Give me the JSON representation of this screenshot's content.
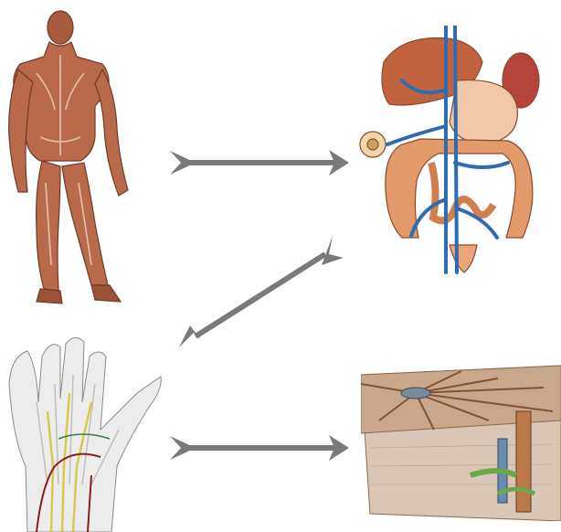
{
  "diagram": {
    "panels": [
      {
        "id": "muscle-figure",
        "icon": "human-muscular-system-illustration"
      },
      {
        "id": "digestive-organs",
        "icon": "digestive-organs-illustration"
      },
      {
        "id": "hand-anatomy",
        "icon": "hand-tendons-illustration"
      },
      {
        "id": "liver-lobule",
        "icon": "liver-lobule-tissue-illustration"
      }
    ],
    "arrows": [
      {
        "from": "muscle-figure",
        "to": "digestive-organs",
        "style": "right-arrow"
      },
      {
        "from": "digestive-organs",
        "to": "hand-anatomy",
        "style": "diagonal-down-left-arrow"
      },
      {
        "from": "hand-anatomy",
        "to": "liver-lobule",
        "style": "right-arrow"
      }
    ],
    "colors": {
      "arrow": "#7a7a7a",
      "muscle": "#b86a4a",
      "organ": "#e39a6a",
      "vein": "#2f6bb0",
      "tissue": "#c9a78a"
    }
  }
}
